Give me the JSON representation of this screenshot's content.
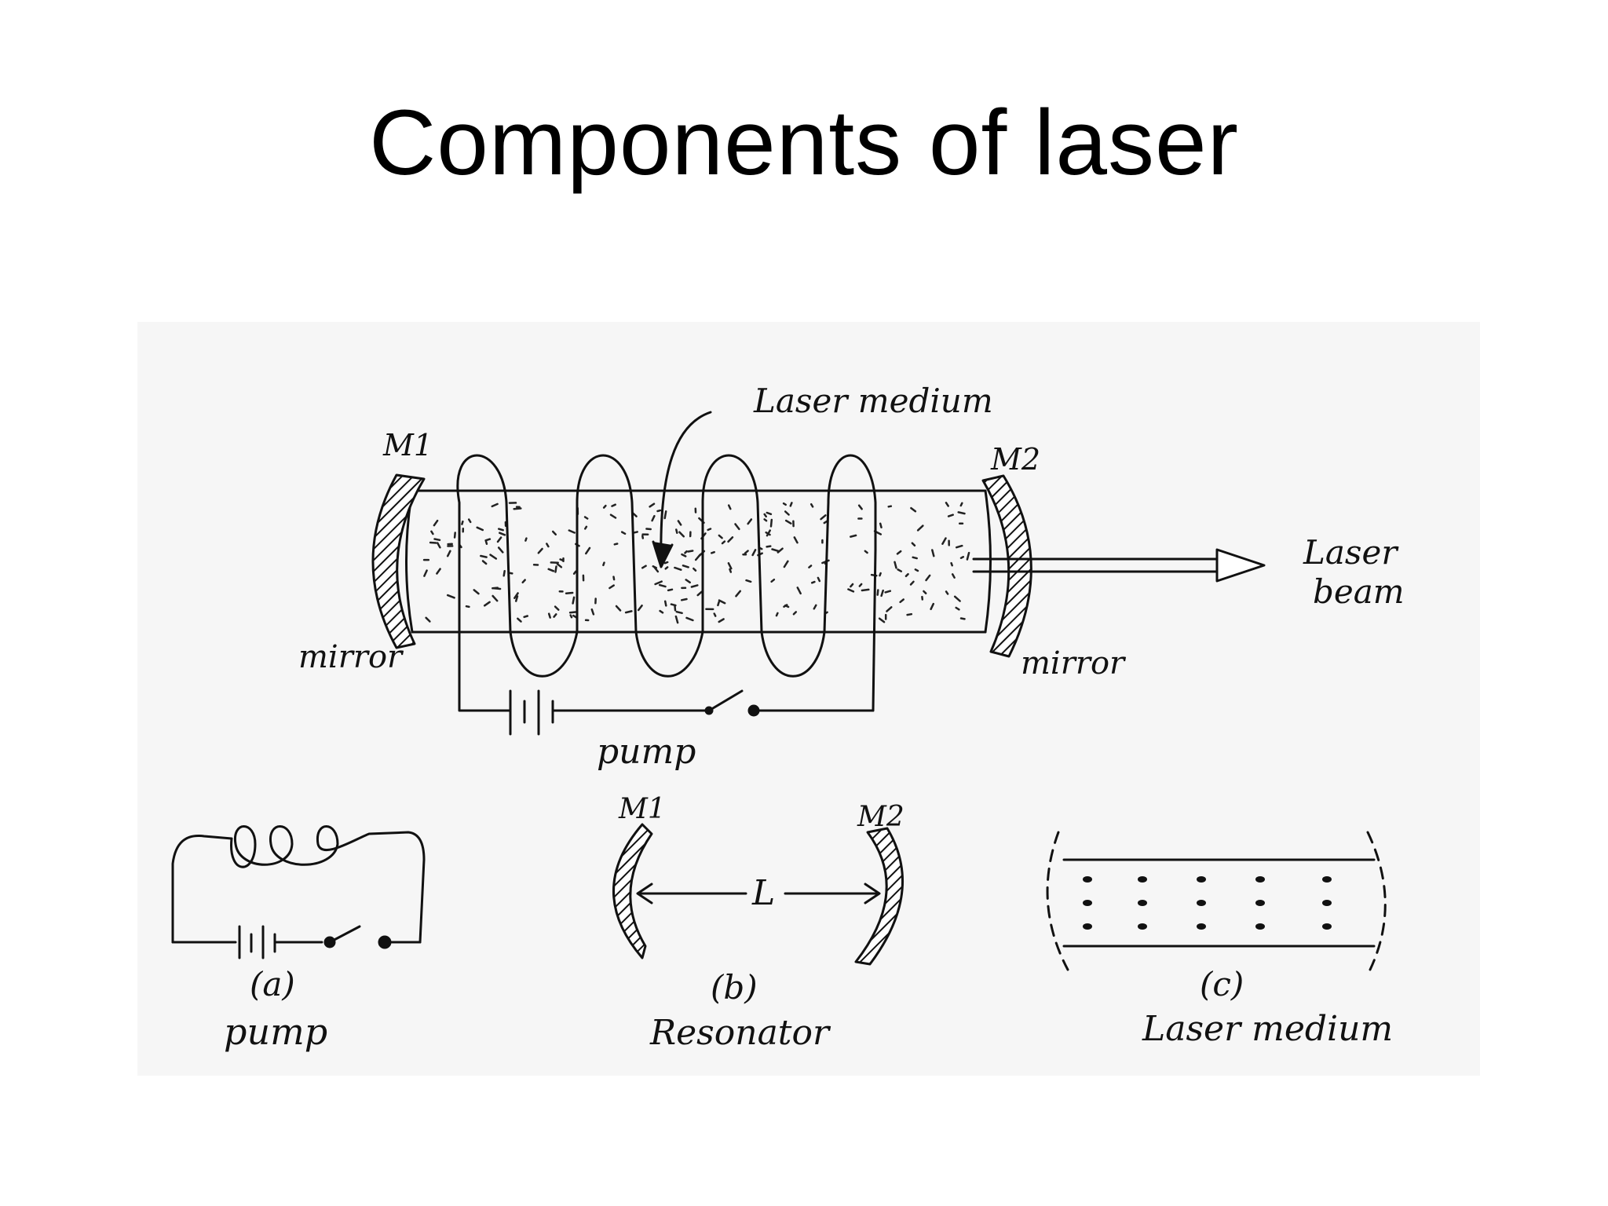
{
  "slide": {
    "title": "Components of laser"
  },
  "diagram": {
    "main": {
      "laser_medium_label": "Laser medium",
      "m1_label": "M1",
      "m2_label": "M2",
      "mirror_left_label": "mirror",
      "mirror_right_label": "mirror",
      "laser_beam_label_line1": "Laser",
      "laser_beam_label_line2": "beam",
      "pump_label": "pump"
    },
    "panel_a": {
      "letter": "(a)",
      "caption": "pump"
    },
    "panel_b": {
      "m1_label": "M1",
      "m2_label": "M2",
      "length_label": "L",
      "letter": "(b)",
      "caption": "Resonator"
    },
    "panel_c": {
      "letter": "(c)",
      "caption": "Laser medium"
    }
  },
  "colors": {
    "ink": "#111111",
    "panel_background": "#f6f6f6",
    "slide_background": "#ffffff"
  }
}
